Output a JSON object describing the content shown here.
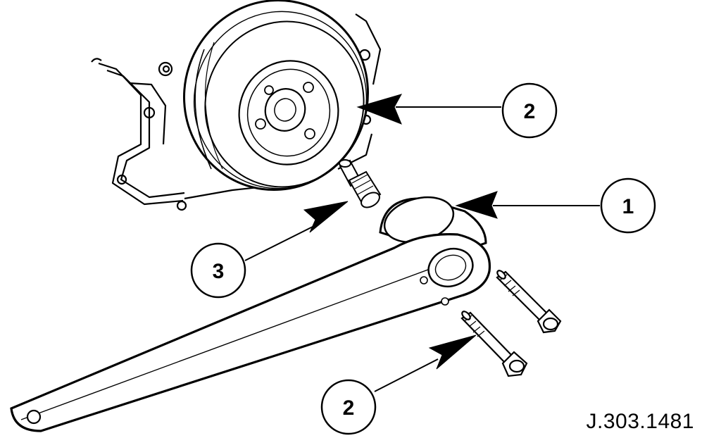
{
  "figure": {
    "reference_code": "J.303.1481",
    "callouts": [
      {
        "id": "callout-2-pulley",
        "label": "2",
        "meaning": "crankshaft pulley"
      },
      {
        "id": "callout-1-tool",
        "label": "1",
        "meaning": "holding tool"
      },
      {
        "id": "callout-3-bolt",
        "label": "3",
        "meaning": "pulley bolt"
      },
      {
        "id": "callout-2-bolts",
        "label": "2",
        "meaning": "tool bolts"
      }
    ]
  },
  "colors": {
    "line": "#000000",
    "fill": "#ffffff",
    "shade": "#f2f2f2"
  }
}
